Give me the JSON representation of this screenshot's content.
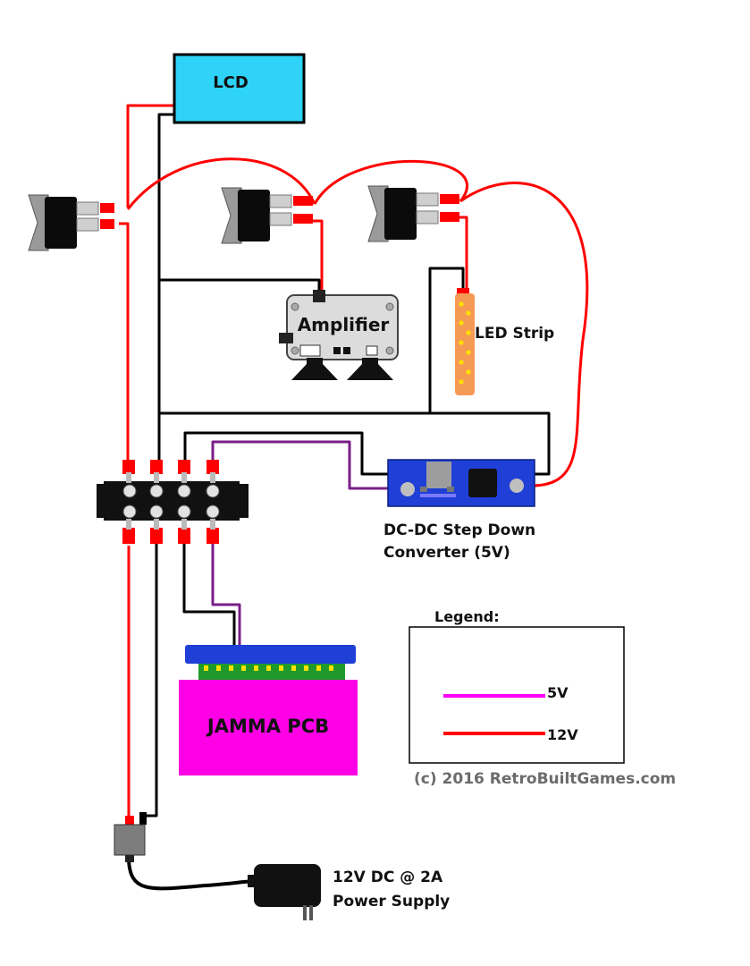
{
  "components": {
    "lcd": "LCD",
    "amplifier": "Amplifier",
    "led_strip": "LED Strip",
    "converter_line1": "DC-DC Step Down",
    "converter_line2": "Converter (5V)",
    "jamma": "JAMMA PCB",
    "power_line1": "12V DC @ 2A",
    "power_line2": "Power Supply"
  },
  "legend": {
    "title": "Legend:",
    "items": [
      {
        "label": "5V",
        "color": "#ff00ff"
      },
      {
        "label": "12V",
        "color": "#ff0000"
      }
    ]
  },
  "copyright": "(c) 2016 RetroBuiltGames.com",
  "colors": {
    "wire_12v": "#ff0000",
    "wire_5v_pcb": "#7a1f8a",
    "wire_ground": "#000000",
    "lcd_fill": "#2ed3f7",
    "jamma_fill": "#ff00e6",
    "jamma_edge": "#1f3fd6",
    "converter_fill": "#1f3fd6",
    "led_fill": "#f59a55"
  }
}
